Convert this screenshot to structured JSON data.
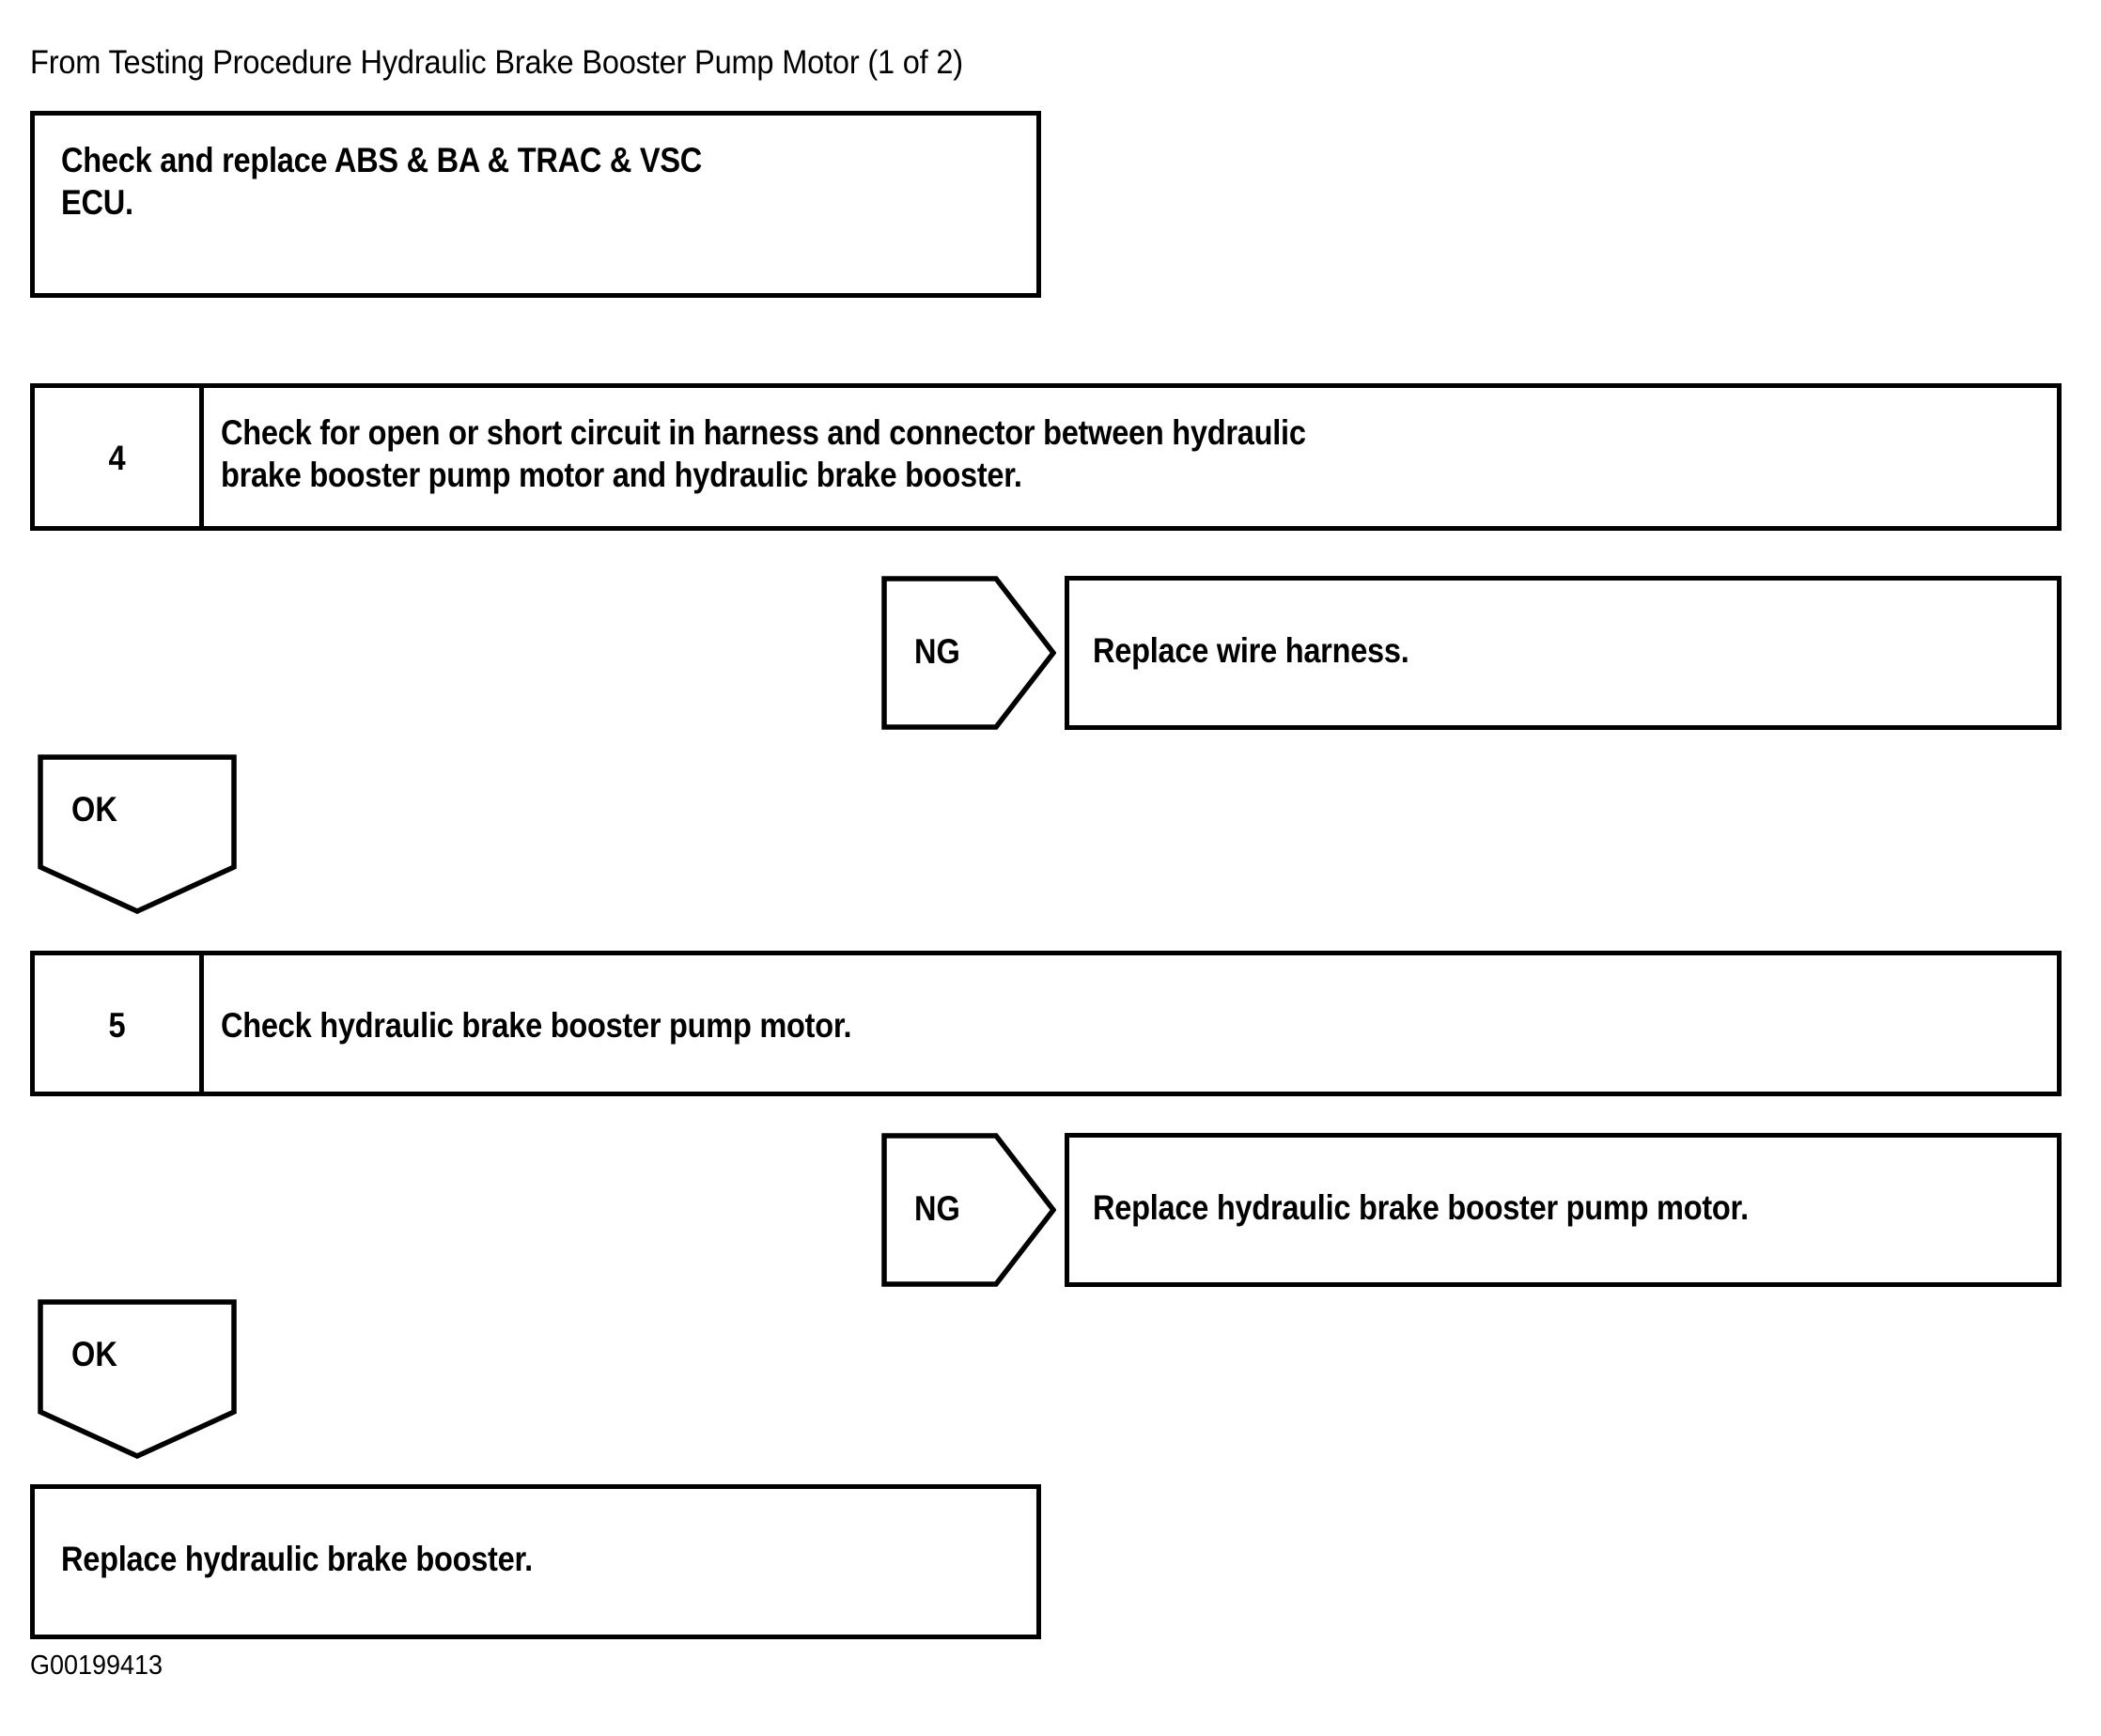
{
  "document": {
    "header": "From Testing Procedure Hydraulic Brake Booster Pump Motor (1 of 2)",
    "figure_id": "G00199413"
  },
  "flow": {
    "action_top": {
      "text": "Check and replace ABS & BA & TRAC & VSC\nECU."
    },
    "step4": {
      "number": "4",
      "text": "Check for open or short circuit in harness and connector between hydraulic\nbrake booster pump motor and hydraulic brake booster."
    },
    "branch4_ng": {
      "label": "NG",
      "result": "Replace wire harness."
    },
    "branch4_ok": {
      "label": "OK"
    },
    "step5": {
      "number": "5",
      "text": "Check hydraulic brake booster pump motor."
    },
    "branch5_ng": {
      "label": "NG",
      "result": "Replace hydraulic brake booster pump motor."
    },
    "branch5_ok": {
      "label": "OK"
    },
    "action_final": {
      "text": "Replace hydraulic brake booster."
    }
  },
  "style": {
    "line_color": "#000000",
    "background": "#ffffff"
  }
}
